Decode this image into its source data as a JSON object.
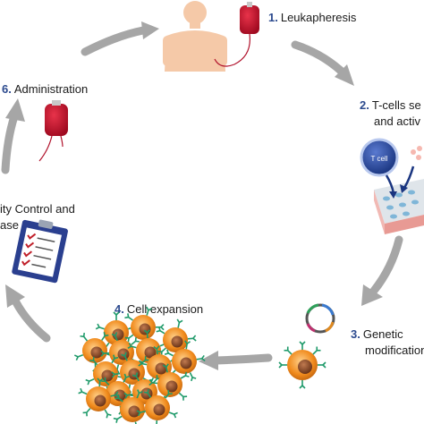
{
  "steps": [
    {
      "num": "1.",
      "label": "Leukapheresis"
    },
    {
      "num": "2.",
      "label_line1": "T-cells se",
      "label_line2": "and activ"
    },
    {
      "num": "3.",
      "label_line1": "Genetic",
      "label_line2": "modification"
    },
    {
      "num": "4.",
      "label": "Cell expansion"
    },
    {
      "label_line1": "ity Control and",
      "label_line2": "ase"
    },
    {
      "num": "6.",
      "label": "Administration"
    }
  ],
  "icons": {
    "tcell_label": "T cell"
  },
  "colors": {
    "arrow": "#a6a6a6",
    "step_number": "#2c4a8e",
    "blood_bag": "#c0102a",
    "skin": "#f5c9a8",
    "cell_body": "#f08a1c",
    "cell_core": "#8a4a2a",
    "receptor": "#1f9a6a"
  }
}
